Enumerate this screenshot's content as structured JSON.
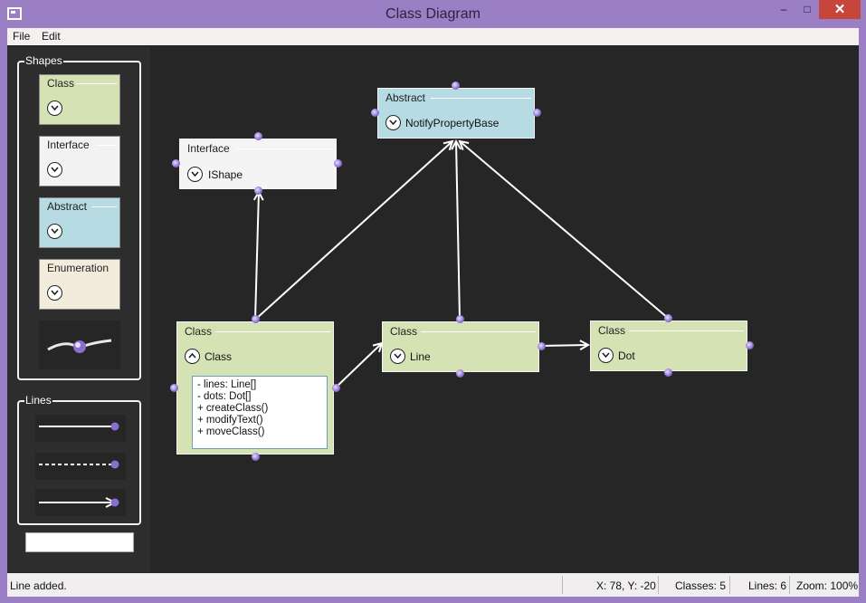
{
  "window": {
    "title": "Class Diagram",
    "min_glyph": "‒",
    "max_glyph": "□",
    "close_glyph": "✕"
  },
  "menu": {
    "items": [
      "File",
      "Edit"
    ]
  },
  "shapes_panel": {
    "label": "Shapes",
    "tiles": [
      {
        "label": "Class",
        "color": "#d5e3b4"
      },
      {
        "label": "Interface",
        "color": "#f2f2f2"
      },
      {
        "label": "Abstract",
        "color": "#b6dbe2"
      },
      {
        "label": "Enumeration",
        "color": "#f3ecdd"
      }
    ]
  },
  "lines_panel": {
    "label": "Lines"
  },
  "diagram": {
    "nodes": [
      {
        "kind": "Interface",
        "name": "IShape",
        "color": "#f4f4f4",
        "expanded": false
      },
      {
        "kind": "Abstract",
        "name": "NotifyPropertyBase",
        "color": "#b6dbe2",
        "expanded": false
      },
      {
        "kind": "Class",
        "name": "Class",
        "color": "#d5e3b4",
        "expanded": true,
        "members": [
          "- lines: Line[]",
          "- dots: Dot[]",
          "+ createClass()",
          "+ modifyText()",
          "+ moveClass()"
        ]
      },
      {
        "kind": "Class",
        "name": "Line",
        "color": "#d5e3b4",
        "expanded": false
      },
      {
        "kind": "Class",
        "name": "Dot",
        "color": "#d5e3b4",
        "expanded": false
      }
    ]
  },
  "status": {
    "message": "Line added.",
    "coords": "X: 78, Y: -20",
    "classes": "Classes: 5",
    "lines": "Lines: 6",
    "zoom": "Zoom: 100%"
  },
  "colors": {
    "accent": "#9b7fc4",
    "canvas": "#262626",
    "anchor": "#8a6fd1"
  }
}
